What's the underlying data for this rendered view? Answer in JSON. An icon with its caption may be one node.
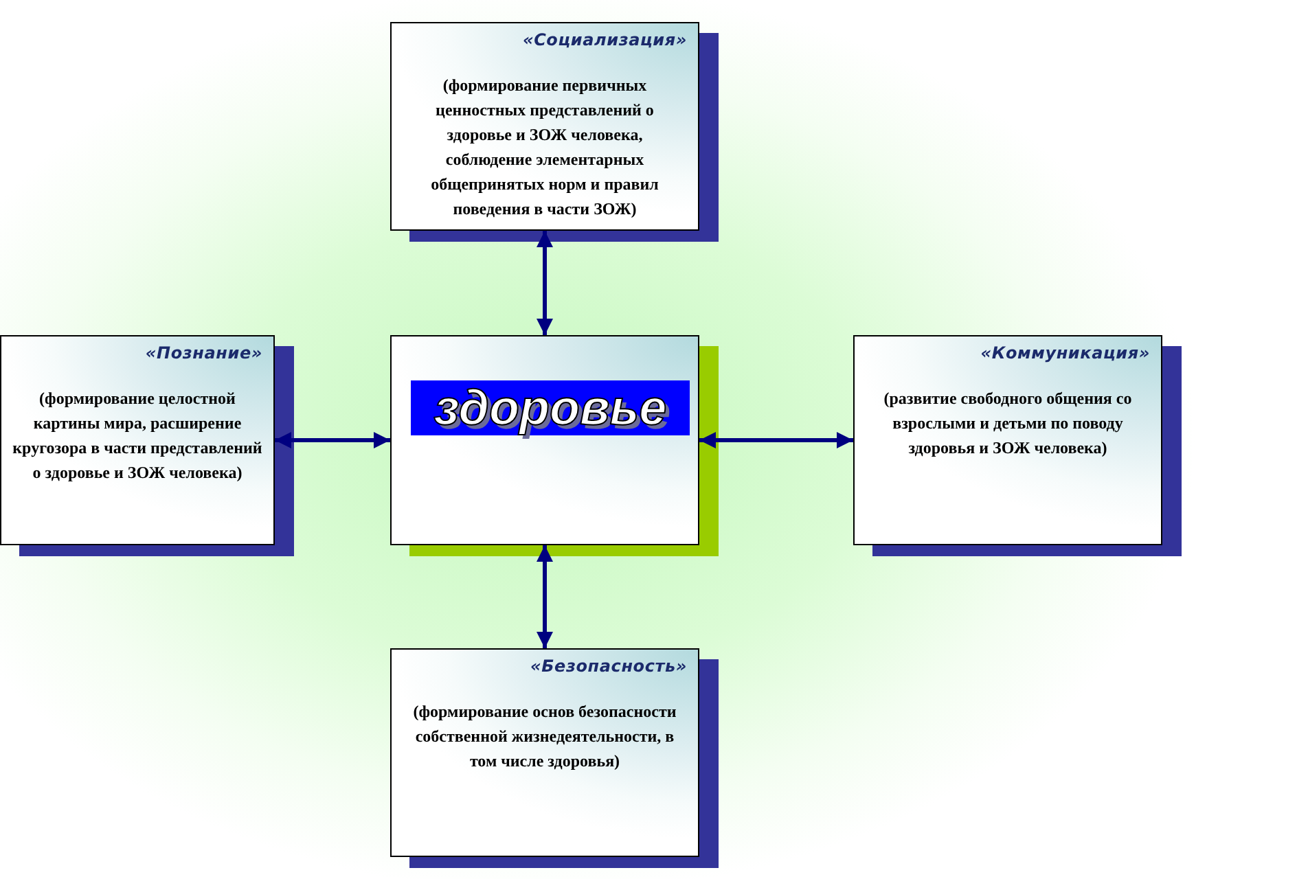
{
  "diagram": {
    "nodes": [
      {
        "text": [
          "«Социализация»",
          "(формирование первичных ценностных представлений о здоровье и ЗОЖ человека, соблюдение элементарных общепринятых норм и правил поведения в части ЗОЖ)"
        ]
      },
      {
        "text": [
          "«Познание»",
          "(формирование целостной картины мира, расширение кругозора в части представлений о здоровье и ЗОЖ человека)"
        ]
      },
      {
        "text": [
          "здоровье"
        ]
      },
      {
        "text": [
          "«Коммуникация»",
          "(развитие свободного общения со взрослыми и детьми по поводу здоровья и ЗОЖ человека)"
        ]
      },
      {
        "text": [
          "«Безопасность»",
          "(формирование основ безопасности собственной жизнедеятельности, в том числе здоровья)"
        ]
      }
    ],
    "edges": [
      {
        "from": 0,
        "to": 2,
        "arrow": "both"
      },
      {
        "from": 1,
        "to": 2,
        "arrow": "both"
      },
      {
        "from": 2,
        "to": 3,
        "arrow": "both"
      },
      {
        "from": 2,
        "to": 4,
        "arrow": "both"
      }
    ]
  }
}
